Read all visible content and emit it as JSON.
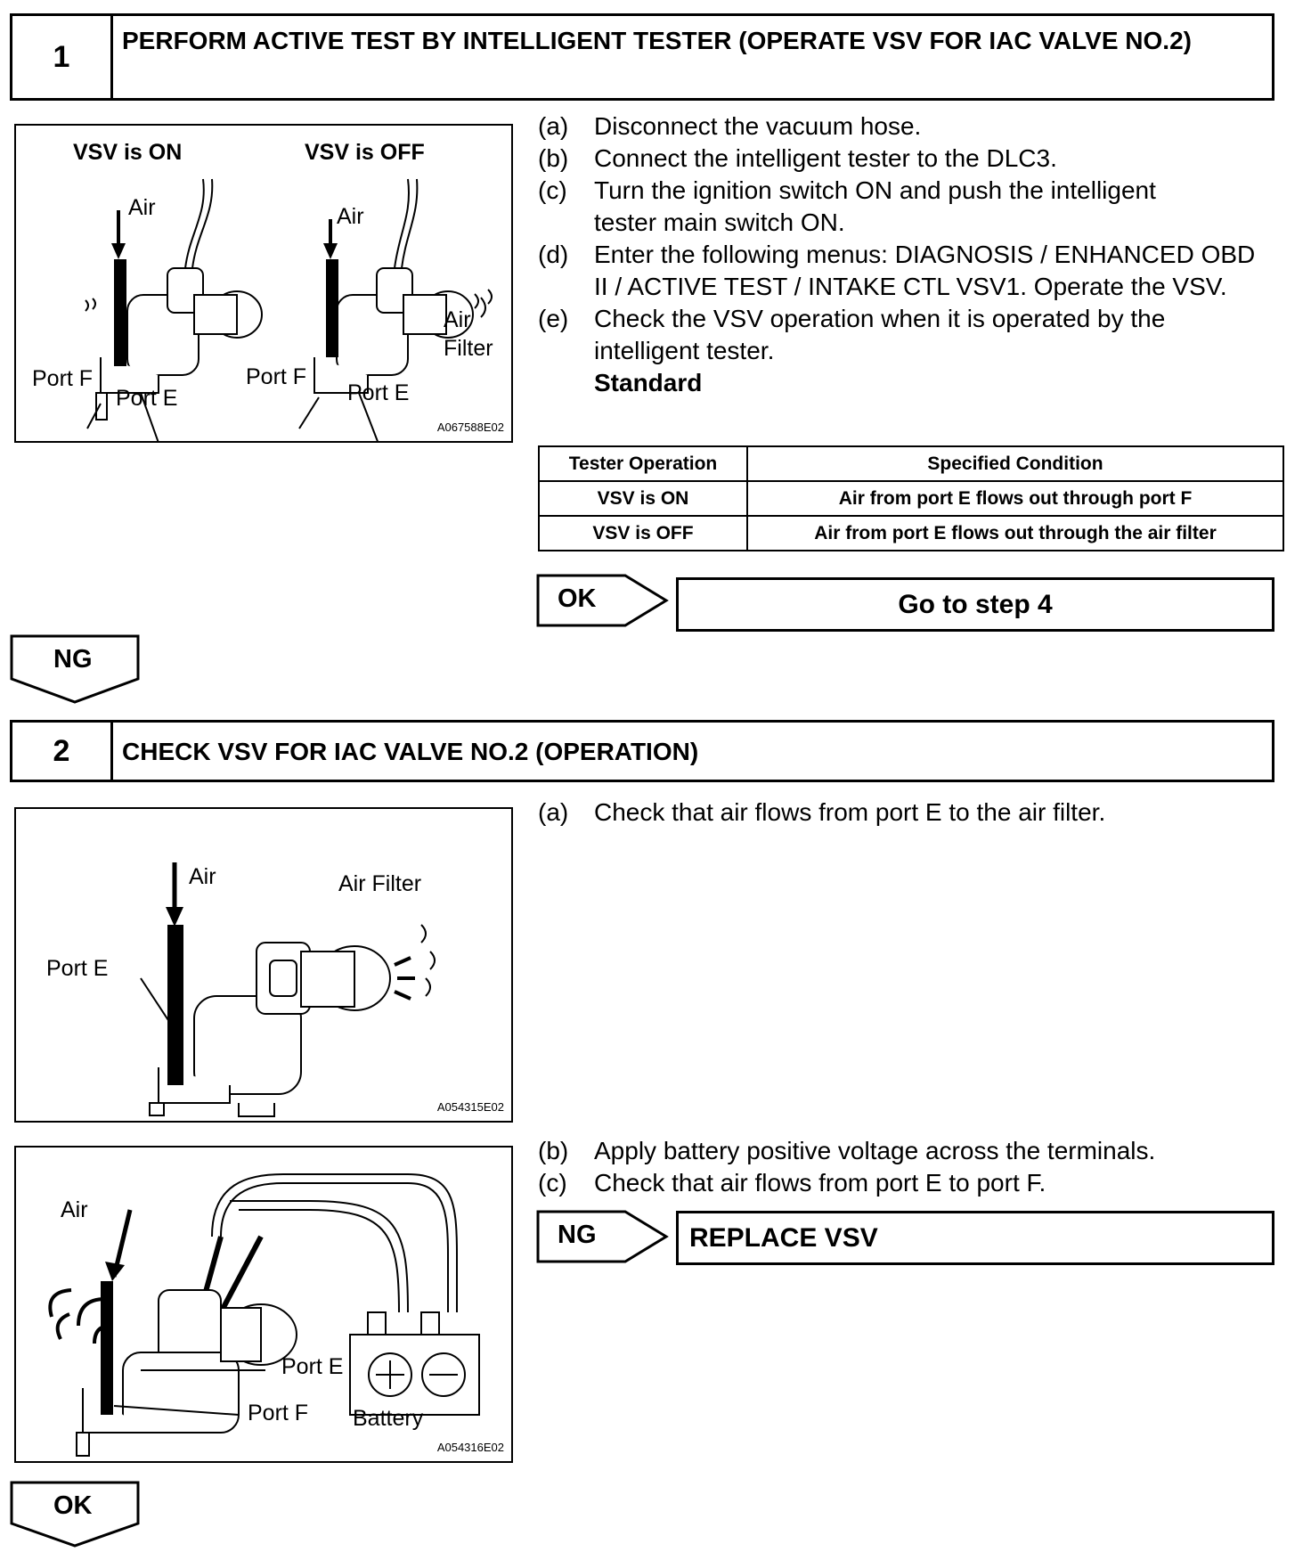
{
  "step1": {
    "number": "1",
    "title": "PERFORM ACTIVE TEST BY INTELLIGENT TESTER (OPERATE VSV FOR IAC VALVE NO.2)",
    "figure": {
      "label_on": "VSV is ON",
      "label_off": "VSV is OFF",
      "air_1": "Air",
      "air_2": "Air",
      "air_filter": "Air\nFilter",
      "port_f_1": "Port F",
      "port_e_1": "Port E",
      "port_f_2": "Port F",
      "port_e_2": "Port E",
      "figure_id": "A067588E02"
    },
    "instructions": [
      {
        "marker": "(a)",
        "text": "Disconnect the vacuum hose."
      },
      {
        "marker": "(b)",
        "text": "Connect the intelligent tester to the DLC3."
      },
      {
        "marker": "(c)",
        "text": "Turn the ignition switch ON and push the intelligent tester main switch ON."
      },
      {
        "marker": "(d)",
        "text": "Enter the following menus: DIAGNOSIS / ENHANCED OBD II / ACTIVE TEST / INTAKE CTL VSV1. Operate the VSV."
      },
      {
        "marker": "(e)",
        "text": "Check the VSV operation when it is operated by the intelligent tester."
      }
    ],
    "standard_label": "Standard",
    "table": {
      "headers": [
        "Tester Operation",
        "Specified Condition"
      ],
      "rows": [
        [
          "VSV is ON",
          "Air from port E flows out through port F"
        ],
        [
          "VSV is OFF",
          "Air from port E flows out through the air filter"
        ]
      ]
    },
    "ok_label": "OK",
    "ok_result": "Go to step 4",
    "ng_label": "NG"
  },
  "step2": {
    "number": "2",
    "title": "CHECK VSV FOR IAC VALVE NO.2 (OPERATION)",
    "figure_a": {
      "air": "Air",
      "air_filter": "Air Filter",
      "port_e": "Port E",
      "figure_id": "A054315E02"
    },
    "figure_b": {
      "air": "Air",
      "port_e": "Port E",
      "port_f": "Port F",
      "battery": "Battery",
      "figure_id": "A054316E02"
    },
    "instructions_a": [
      {
        "marker": "(a)",
        "text": "Check that air flows from port E to the air filter."
      }
    ],
    "instructions_b": [
      {
        "marker": "(b)",
        "text": "Apply battery positive voltage across the terminals."
      },
      {
        "marker": "(c)",
        "text": "Check that air flows from port E to port F."
      }
    ],
    "ng_label": "NG",
    "ng_result": "REPLACE VSV",
    "ok_label": "OK"
  }
}
